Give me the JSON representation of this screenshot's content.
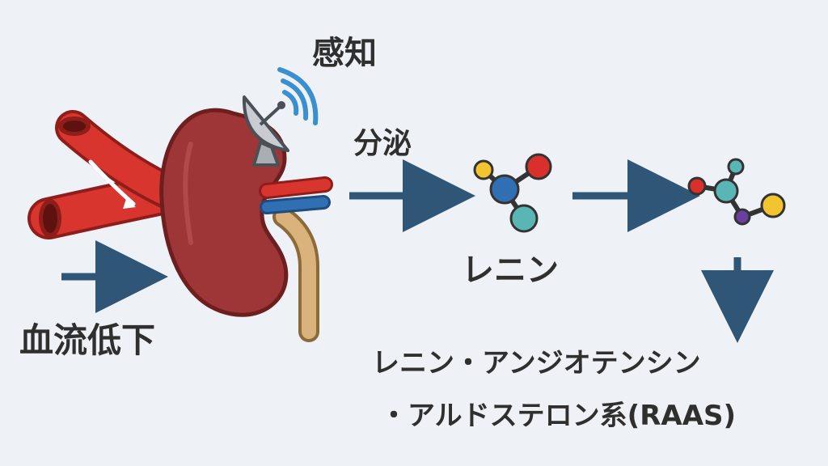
{
  "labels": {
    "sense": "感知",
    "secrete": "分泌",
    "renin": "レニン",
    "blood_flow_drop": "血流低下",
    "raas_line1": "レニン・アンジオテンシン",
    "raas_line2": "・アルドステロン系(RAAS)"
  },
  "colors": {
    "background": "#eef1f5",
    "arrow": "#2f5577",
    "artery": "#d8352e",
    "kidney": "#9e3536",
    "vein": "#2f6fb2",
    "ureter": "#d9b27c",
    "text": "#2f2f2f"
  }
}
